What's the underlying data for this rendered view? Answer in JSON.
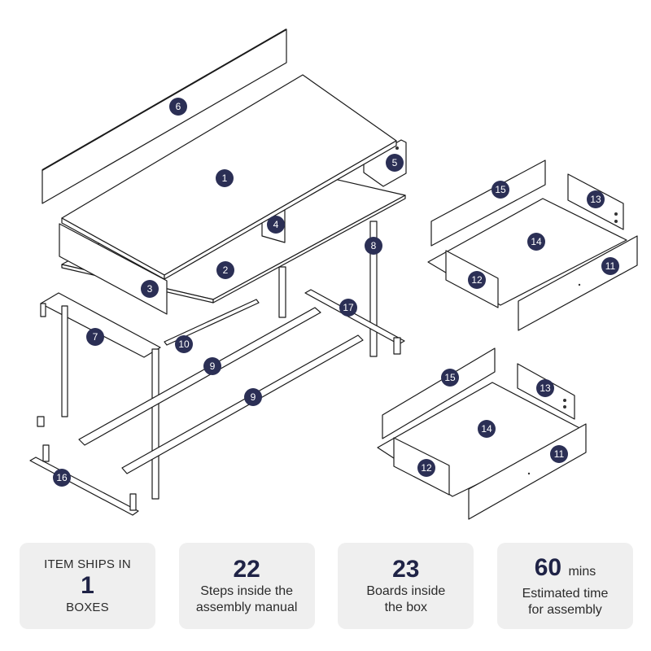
{
  "callouts": [
    {
      "id": "part-1",
      "label": "1"
    },
    {
      "id": "part-2",
      "label": "2"
    },
    {
      "id": "part-3",
      "label": "3"
    },
    {
      "id": "part-4",
      "label": "4"
    },
    {
      "id": "part-5",
      "label": "5"
    },
    {
      "id": "part-6",
      "label": "6"
    },
    {
      "id": "part-7",
      "label": "7"
    },
    {
      "id": "part-8",
      "label": "8"
    },
    {
      "id": "part-9a",
      "label": "9"
    },
    {
      "id": "part-9b",
      "label": "9"
    },
    {
      "id": "part-10",
      "label": "10"
    },
    {
      "id": "part-16",
      "label": "16"
    },
    {
      "id": "part-17",
      "label": "17"
    },
    {
      "id": "drawer1-11",
      "label": "11"
    },
    {
      "id": "drawer1-12",
      "label": "12"
    },
    {
      "id": "drawer1-13",
      "label": "13"
    },
    {
      "id": "drawer1-14",
      "label": "14"
    },
    {
      "id": "drawer1-15",
      "label": "15"
    },
    {
      "id": "drawer2-11",
      "label": "11"
    },
    {
      "id": "drawer2-12",
      "label": "12"
    },
    {
      "id": "drawer2-13",
      "label": "13"
    },
    {
      "id": "drawer2-14",
      "label": "14"
    },
    {
      "id": "drawer2-15",
      "label": "15"
    }
  ],
  "stats": {
    "boxes": {
      "line1": "ITEM SHIPS IN",
      "value": "1",
      "line3": "BOXES"
    },
    "steps": {
      "value": "22",
      "line1": "Steps inside the",
      "line2": "assembly manual"
    },
    "boards": {
      "value": "23",
      "line1": "Boards inside",
      "line2": "the box"
    },
    "time": {
      "value": "60",
      "unit": "mins",
      "line1": "Estimated time",
      "line2": "for assembly"
    }
  },
  "colors": {
    "callout": "#2b2f55",
    "card": "#efefef",
    "stroke": "#1a1a1a"
  }
}
